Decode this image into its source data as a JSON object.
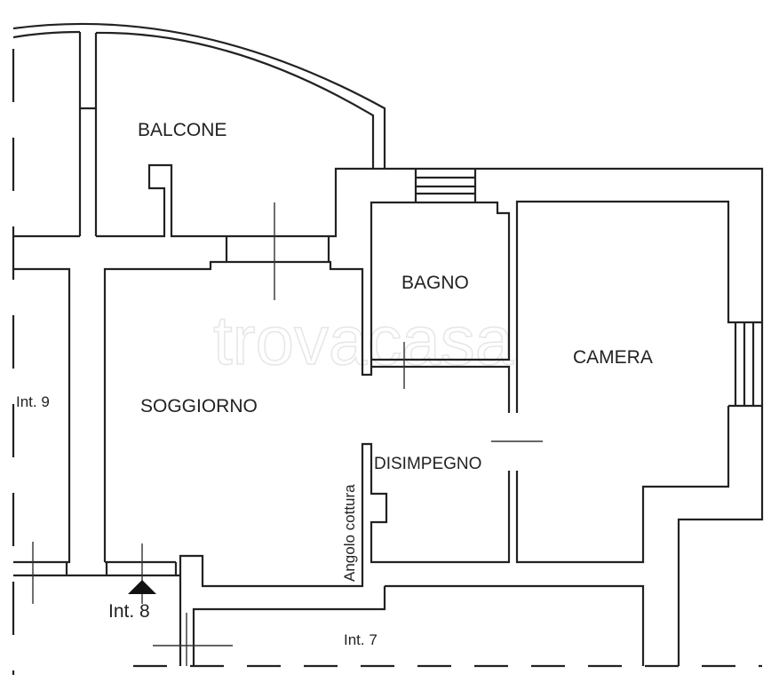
{
  "watermark": "trovacasa",
  "rooms": {
    "balcone": "BALCONE",
    "bagno": "BAGNO",
    "camera": "CAMERA",
    "soggiorno": "SOGGIORNO",
    "disimpegno": "DISIMPEGNO",
    "angolo_cottura": "Angolo cottura"
  },
  "neighbors": {
    "int9": "Int. 9",
    "int8": "Int. 8",
    "int7": "Int. 7"
  }
}
